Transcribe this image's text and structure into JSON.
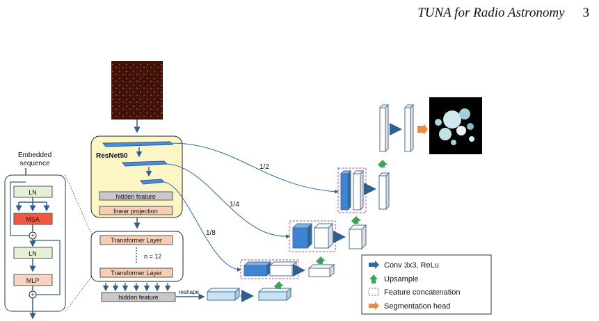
{
  "header": {
    "title": "TUNA for Radio Astronomy",
    "page_number": "3"
  },
  "encoder_block": {
    "input_label": "Embedded\nsequence",
    "ln1": "LN",
    "msa": "MSA",
    "ln2": "LN",
    "mlp": "MLP"
  },
  "backbone": {
    "resnet_label": "ResNet50",
    "hidden_feature": "hidden feature",
    "linear_projection": "linear projection",
    "transformer_layer_top": "Transformer Layer",
    "n_label": "n = 12",
    "transformer_layer_bottom": "Transformer Layer",
    "hidden_feature_out": "hidden feature",
    "reshape_label": "reshape"
  },
  "skip_labels": {
    "half": "1/2",
    "quarter": "1/4",
    "eighth": "1/8"
  },
  "legend": {
    "items": [
      {
        "label": "Conv 3x3, ReLu",
        "color": "#2e6aa6",
        "icon": "arrow-right-icon"
      },
      {
        "label": "Upsample",
        "color": "#3aa655",
        "icon": "arrow-up-icon"
      },
      {
        "label": "Feature concatenation",
        "color": "#b04a9a",
        "icon": "dashed-box-icon"
      },
      {
        "label": "Segmentation head",
        "color": "#ee8a3a",
        "icon": "arrow-right-icon"
      }
    ]
  },
  "colors": {
    "resnet_bg": "#fbf6c4",
    "ln": "#e4f1d6",
    "msa": "#f0583f",
    "mlp": "#f7d3c1",
    "transformer": "#f7cdb5",
    "hidden": "#c8c8c8",
    "feature_blue": "#3d84d4",
    "feature_light": "#c9e3f6"
  }
}
